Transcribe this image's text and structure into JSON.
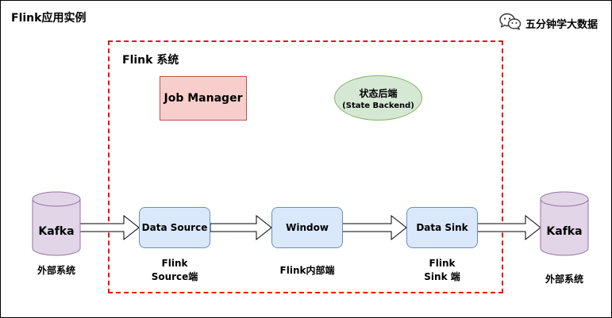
{
  "title": "Flink应用实例",
  "brand": {
    "text": "五分钟学大数据",
    "icon": "wechat-icon"
  },
  "system": {
    "label": "Flink 系统"
  },
  "job_manager": "Job Manager",
  "state_backend": {
    "line1": "状态后端",
    "line2": "(State Backend)"
  },
  "nodes": {
    "source": "Data Source",
    "window": "Window",
    "sink": "Data Sink"
  },
  "kafka_left": {
    "label": "Kafka",
    "caption": "外部系统"
  },
  "kafka_right": {
    "label": "Kafka",
    "caption": "外部系统"
  },
  "captions": {
    "source_line1": "Flink",
    "source_line2": "Source端",
    "window": "Flink内部端",
    "sink_line1": "Flink",
    "sink_line2": "Sink 端"
  },
  "colors": {
    "dashed_border": "#ee1111",
    "job_manager_fill": "#f8cecc",
    "state_fill": "#d5e8d4",
    "node_fill": "#dae8fc",
    "kafka_fill": "#e1d5e7"
  }
}
